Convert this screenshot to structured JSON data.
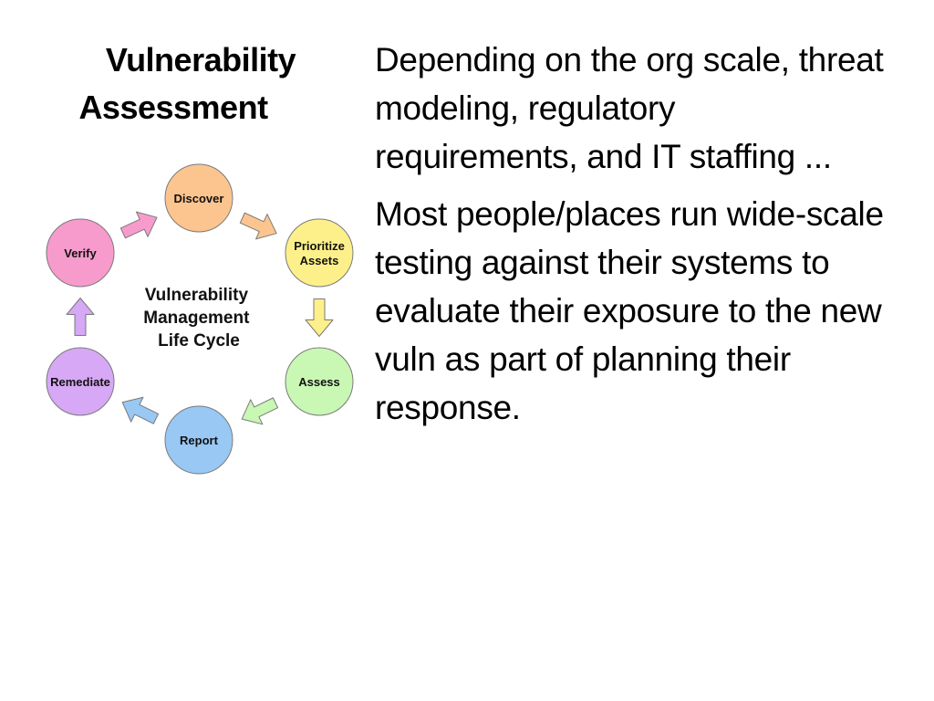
{
  "slide": {
    "title_line1": "Vulnerability",
    "title_line2": "Assessment",
    "paragraphs": [
      "Depending on the org scale, threat modeling, regulatory requirements, and IT staffing ...",
      "Most people/places run wide-scale testing against their systems to evaluate their exposure to the new vuln as part of planning their response."
    ]
  },
  "diagram": {
    "center_lines": [
      "Vulnerability",
      "Management",
      "Life Cycle"
    ],
    "nodes": [
      {
        "lines": [
          "Discover"
        ],
        "color": "#fcc58f"
      },
      {
        "lines": [
          "Prioritize",
          "Assets"
        ],
        "color": "#fdf08a"
      },
      {
        "lines": [
          "Assess"
        ],
        "color": "#c9f7b4"
      },
      {
        "lines": [
          "Report"
        ],
        "color": "#98c8f3"
      },
      {
        "lines": [
          "Remediate"
        ],
        "color": "#d6a8f5"
      },
      {
        "lines": [
          "Verify"
        ],
        "color": "#f79bcc"
      }
    ],
    "arrows": [
      {
        "color": "#fcc58f"
      },
      {
        "color": "#fdf08a"
      },
      {
        "color": "#c9f7b4"
      },
      {
        "color": "#98c8f3"
      },
      {
        "color": "#d6a8f5"
      },
      {
        "color": "#f79bcc"
      }
    ],
    "stroke": "#7a7a7a"
  }
}
